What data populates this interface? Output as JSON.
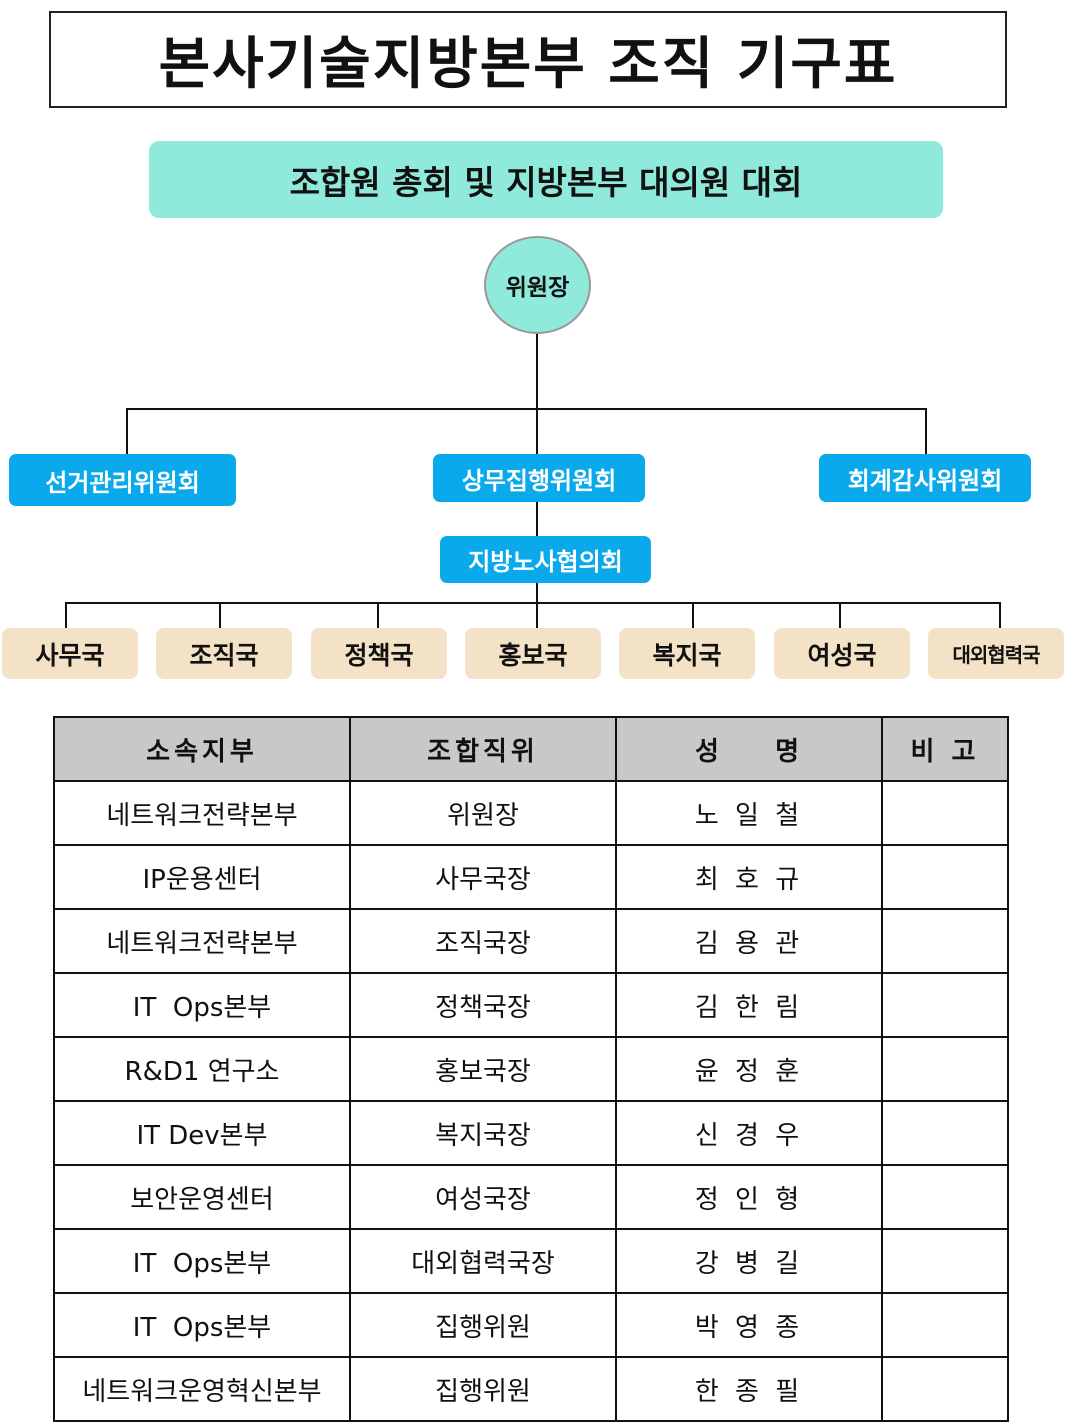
{
  "title": "본사기술지방본부 조직 기구표",
  "assembly": "조합원 총회 및 지방본부 대의원 대회",
  "chair": "위원장",
  "committees": {
    "left": "선거관리위원회",
    "center": "상무집행위원회",
    "right": "회계감사위원회"
  },
  "council": "지방노사협의회",
  "departments": [
    "사무국",
    "조직국",
    "정책국",
    "홍보국",
    "복지국",
    "여성국",
    "대외협력국"
  ],
  "table": {
    "headers": [
      "소속지부",
      "조합직위",
      "성    명",
      "비 고"
    ],
    "rows": [
      [
        "네트워크전략본부",
        "위원장",
        "노 일 철",
        ""
      ],
      [
        "IP운용센터",
        "사무국장",
        "최 호 규",
        ""
      ],
      [
        "네트워크전략본부",
        "조직국장",
        "김 용 관",
        ""
      ],
      [
        "IT  Ops본부",
        "정책국장",
        "김 한 림",
        ""
      ],
      [
        "R&D1 연구소",
        "홍보국장",
        "윤 정 훈",
        ""
      ],
      [
        "IT Dev본부",
        "복지국장",
        "신 경 우",
        ""
      ],
      [
        "보안운영센터",
        "여성국장",
        "정 인 형",
        ""
      ],
      [
        "IT  Ops본부",
        "대외협력국장",
        "강 병 길",
        ""
      ],
      [
        "IT  Ops본부",
        "집행위원",
        "박 영 종",
        ""
      ],
      [
        "네트워크운영혁신본부",
        "집행위원",
        "한 종 필",
        ""
      ]
    ]
  }
}
